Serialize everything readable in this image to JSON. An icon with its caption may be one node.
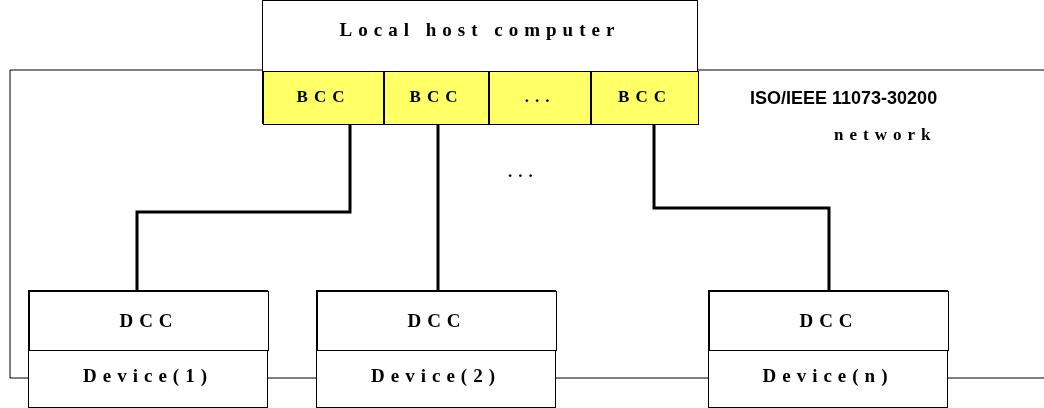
{
  "diagram": {
    "nodes": [
      {
        "text": [
          "Local host computer"
        ]
      },
      {
        "text": [
          "BCC"
        ],
        "in": 0
      },
      {
        "text": [
          "BCC"
        ],
        "in": 0
      },
      {
        "text": [
          "..."
        ],
        "in": 0
      },
      {
        "text": [
          "BCC"
        ],
        "in": 0
      },
      {
        "text": [
          "Device(1)"
        ]
      },
      {
        "text": [
          "DCC"
        ],
        "in": 5
      },
      {
        "text": [
          "Device(2)"
        ]
      },
      {
        "text": [
          "DCC"
        ],
        "in": 7
      },
      {
        "text": [
          "Device(n)"
        ]
      },
      {
        "text": [
          "DCC"
        ],
        "in": 9
      }
    ],
    "edges": [
      {
        "from": 1,
        "to": 6,
        "arrow": "none"
      },
      {
        "from": 2,
        "to": 8,
        "arrow": "none"
      },
      {
        "from": 4,
        "to": 10,
        "arrow": "none"
      }
    ],
    "labels": [
      "ISO/IEEE 11073-30200",
      "network",
      "..."
    ]
  }
}
